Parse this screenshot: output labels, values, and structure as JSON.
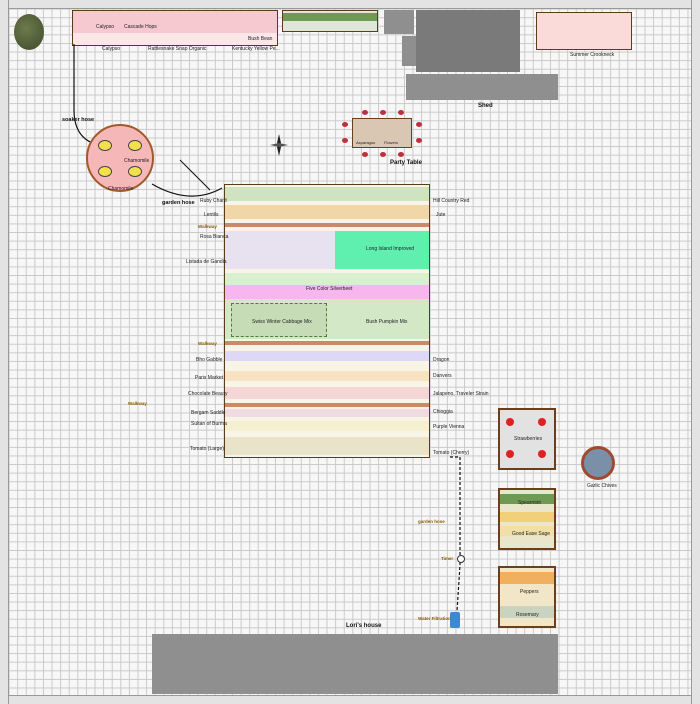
{
  "plan": {
    "structures": {
      "shed": "Shed",
      "party_table": "Party Table",
      "house": "Lori's house",
      "timer": "Timer",
      "water_filtration": "Water Filtration"
    },
    "hoses": {
      "soaker": "soaker hose",
      "garden_top": "garden hose",
      "garden_bottom": "garden hose"
    },
    "walkways": {
      "w1": "Walkway",
      "w2": "Walkway",
      "w3": "Walkway"
    },
    "top_bed": {
      "labels": [
        "Calypso",
        "Cascade Hops",
        "Rattlesnake Snap Organic",
        "Kentucky Yellow Pe...",
        "Bush Bean"
      ]
    },
    "crookneck_bed": "Summer Crookneck",
    "chamomile_circle": [
      "Chamomile",
      "Chamomile"
    ],
    "party_table_plants": [
      "Asparagus",
      "Flowers"
    ],
    "main_bed": {
      "left_labels": [
        "Ruby Chard",
        "Lentils",
        "Walkway",
        "Rosa Bianca",
        "Listada de Gandia",
        "Walkway",
        "Bho Gabble",
        "Paris Market",
        "Chocolate Beauty",
        "Bergam Saddle",
        "Sultan of Burma",
        "Tomato (Large)"
      ],
      "right_labels": [
        "Hill Country Red",
        "Jute",
        "Dragon",
        "Danvers",
        "Jalapeno, Traveler Strain",
        "Chioggia",
        "Purple Vienna",
        "Tomato (Cherry)"
      ],
      "inner_labels": [
        "Long Island Improved",
        "Five Color Silverbeet",
        "Swiss Winter Cabbage Mix",
        "Bush Pumpkin Mix"
      ]
    },
    "strawberry_bed": "Strawberries",
    "garlic_pot": "Garlic Chives",
    "herb_bed": [
      "Spearmint",
      "Good Ease Sage"
    ],
    "carrot_bed": [
      "Peppers",
      "Rosemary"
    ],
    "colors": {
      "grid_line": "#c9c9c9",
      "path": "#8a5a00",
      "bed_border": "#5a3b1a",
      "chamomile": "#f5b7b7",
      "gravel": "#8f8f8f"
    }
  }
}
